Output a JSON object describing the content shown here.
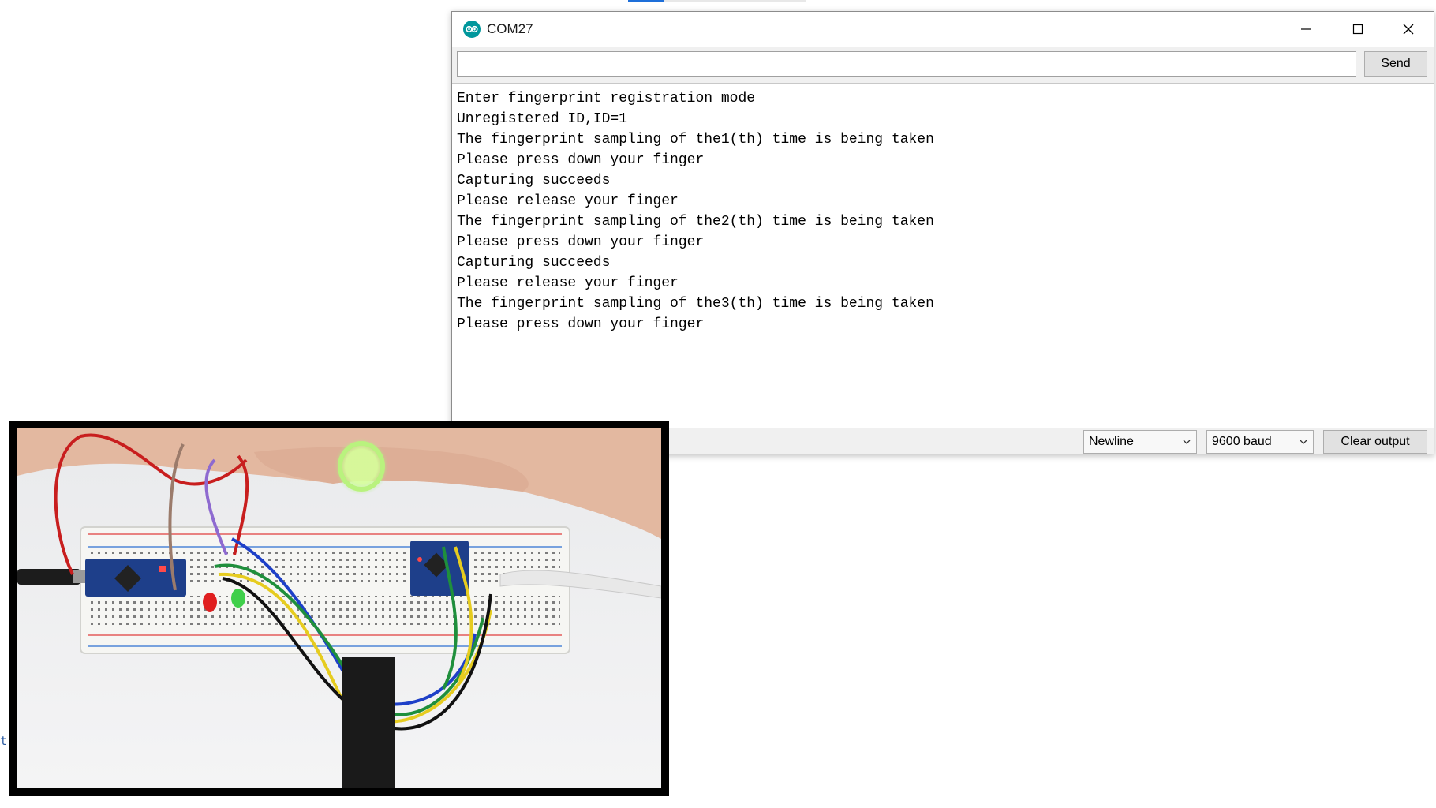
{
  "window": {
    "title": "COM27",
    "app_icon": "arduino-logo-icon",
    "controls": [
      "minimize-icon",
      "maximize-icon",
      "close-icon"
    ]
  },
  "send_input": {
    "value": "",
    "placeholder": ""
  },
  "send_button": {
    "label": "Send"
  },
  "output": {
    "lines": [
      "Enter fingerprint registration mode",
      "Unregistered ID,ID=1",
      "The fingerprint sampling of the1(th) time is being taken",
      "Please press down your finger",
      "Capturing succeeds",
      "Please release your finger",
      "The fingerprint sampling of the2(th) time is being taken",
      "Please press down your finger",
      "Capturing succeeds",
      "Please release your finger",
      "The fingerprint sampling of the3(th) time is being taken",
      "Please press down your finger"
    ]
  },
  "footer": {
    "line_ending": "Newline",
    "baud_rate": "9600 baud",
    "clear_label": "Clear output"
  },
  "edge_glyph": "t",
  "colors": {
    "arduino_teal": "#00979c",
    "accent_blue": "#1e6fd9",
    "sensor_ring_green": "#a6f07a"
  }
}
